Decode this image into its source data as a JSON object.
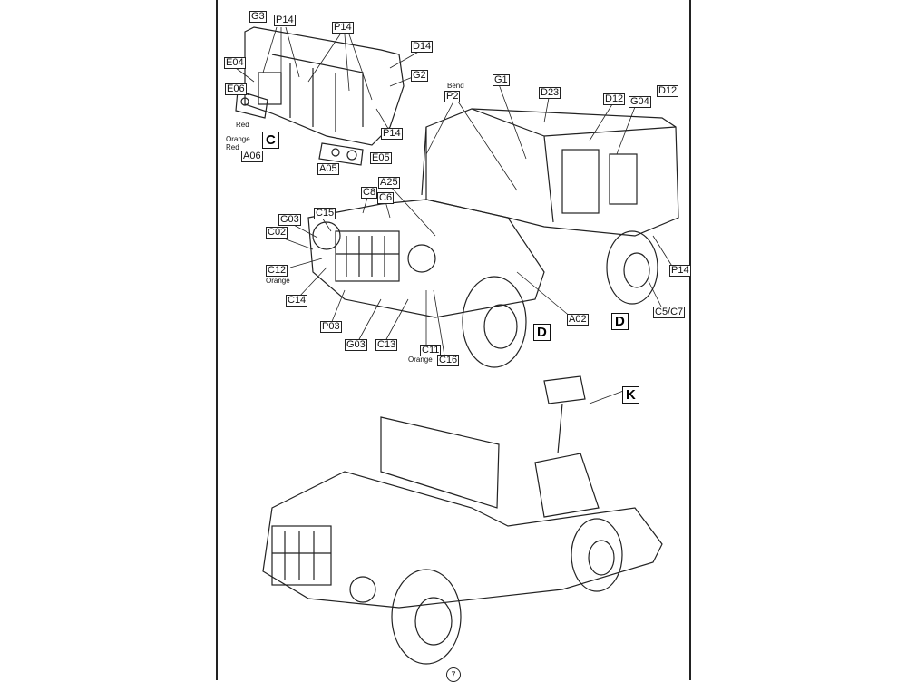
{
  "labels": [
    "G3",
    "P14",
    "P14",
    "D14",
    "E04",
    "G2",
    "E06",
    "Red",
    "Orange",
    "Red",
    "C",
    "P14",
    "A06",
    "E05",
    "A05",
    "Bend",
    "P2",
    "G1",
    "D23",
    "D12",
    "G04",
    "D12",
    "A25",
    "C8",
    "C6",
    "C15",
    "G03",
    "C02",
    "C12",
    "Orange",
    "C14",
    "P03",
    "G03",
    "C13",
    "C11",
    "Orange",
    "C16",
    "A02",
    "D",
    "D",
    "P14",
    "C5/C7",
    "K"
  ],
  "page_number": "7"
}
